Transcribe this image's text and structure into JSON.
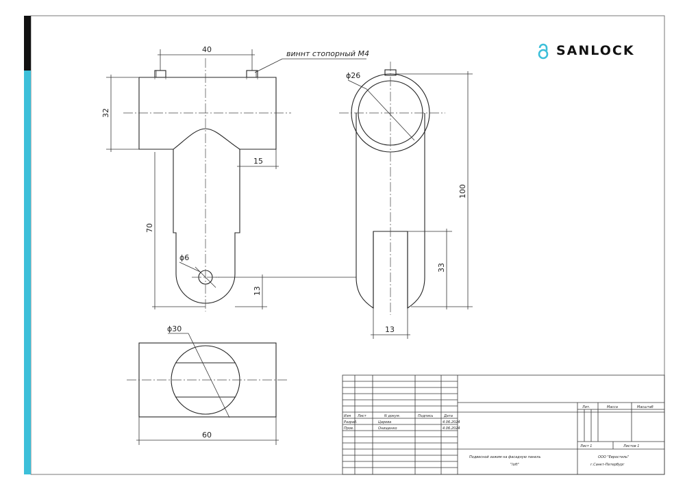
{
  "brand": {
    "name": "SANLOCK",
    "accent": "#3cbfd9"
  },
  "annotations": {
    "screw_note": "виннт стопорный М4"
  },
  "dimensions": {
    "d40": "40",
    "d32": "32",
    "d15": "15",
    "d70": "70",
    "dia6": "ϕ6",
    "d13a": "13",
    "dia26": "ϕ26",
    "d100": "100",
    "d33": "33",
    "d13b": "13",
    "dia30": "ϕ30",
    "d60": "60"
  },
  "title_block": {
    "col_izm": "Изм",
    "col_list": "Лист",
    "col_ndoc": "N докум.",
    "col_podpis": "Подпись",
    "col_data": "Дата",
    "row_razrab": "Разраб.",
    "razrab_name": "Царева",
    "razrab_date": "4.06.2024",
    "row_prov": "Пров.",
    "prov_name": "Онищенко",
    "prov_date": "4.06.2024",
    "lit": "Лит.",
    "massa": "Масса",
    "masshtab": "Масштаб",
    "sheet": "Лист 1",
    "sheets": "Листов 1",
    "product_line1": "Подвесной зажим на фасадную панель",
    "product_line2": "\"loft\"",
    "org_line1": "ООО \"Евростиль\"",
    "org_line2": "г.Санкт-Петербург"
  }
}
